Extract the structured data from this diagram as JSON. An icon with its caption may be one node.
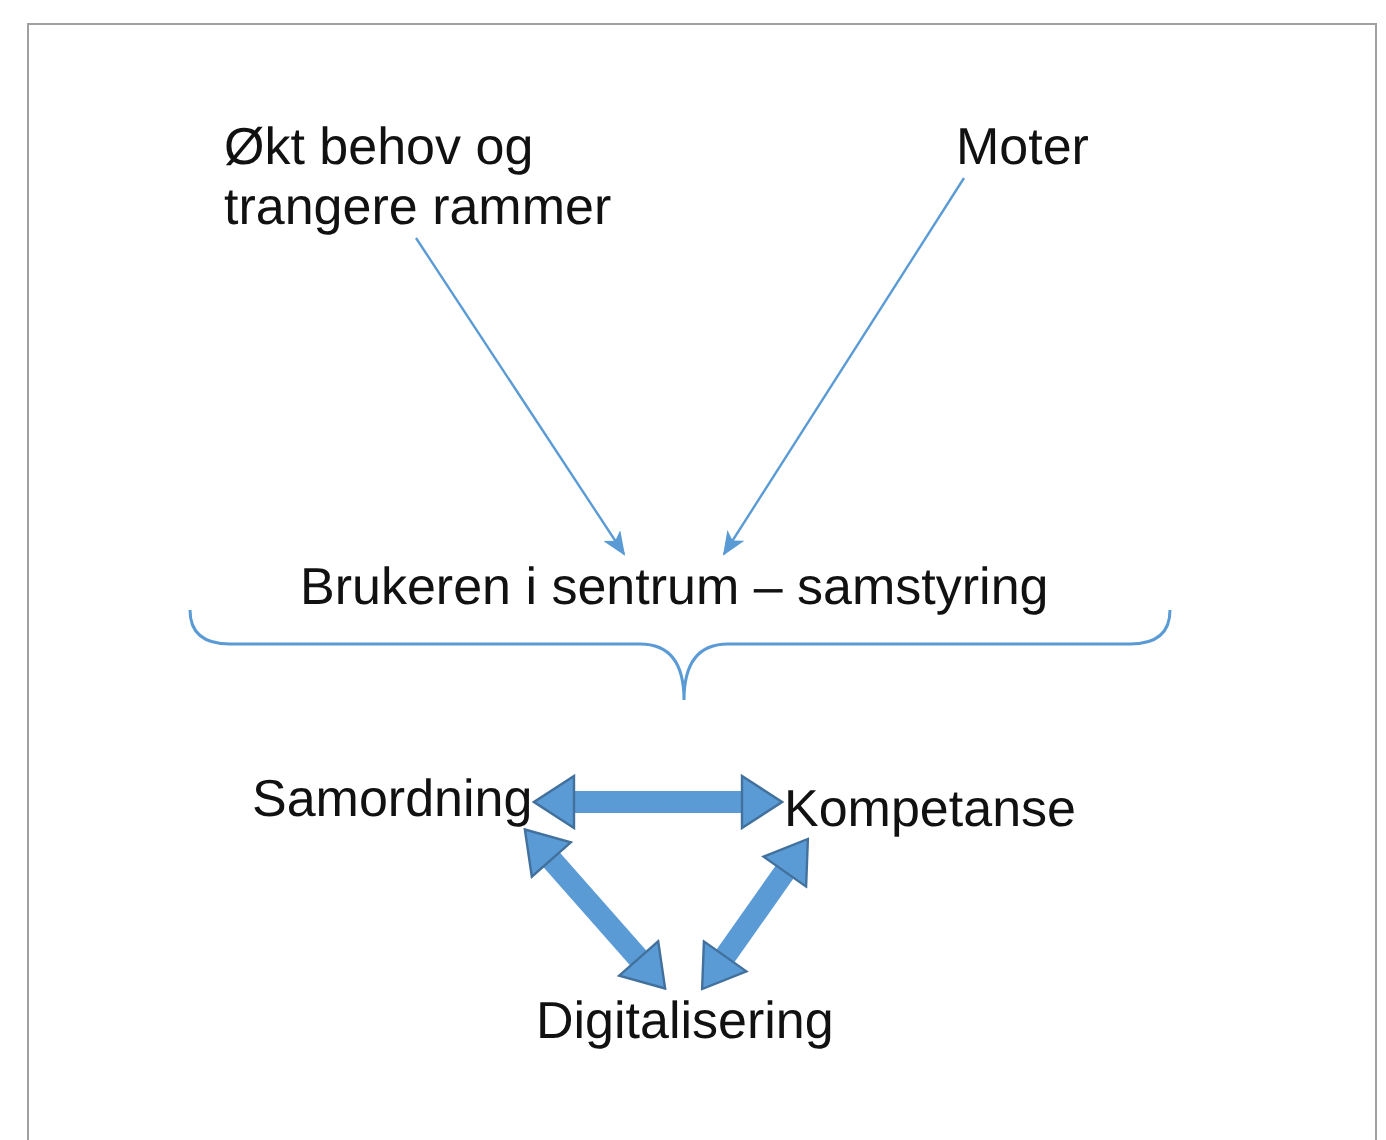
{
  "diagram": {
    "nodes": [
      {
        "text": [
          "Økt behov og trangere rammer"
        ]
      },
      {
        "text": [
          "Moter"
        ]
      },
      {
        "text": [
          "Brukeren i sentrum – samstyring"
        ]
      },
      {
        "text": [
          "Samordning"
        ]
      },
      {
        "text": [
          "Kompetanse"
        ]
      },
      {
        "text": [
          "Digitalisering"
        ]
      }
    ],
    "edges": [
      {
        "from": 0,
        "to": 2,
        "arrow": "to"
      },
      {
        "from": 1,
        "to": 2,
        "arrow": "to"
      },
      {
        "from": 3,
        "to": 4,
        "arrow": "both"
      },
      {
        "from": 3,
        "to": 5,
        "arrow": "both"
      },
      {
        "from": 4,
        "to": 5,
        "arrow": "both"
      }
    ]
  }
}
